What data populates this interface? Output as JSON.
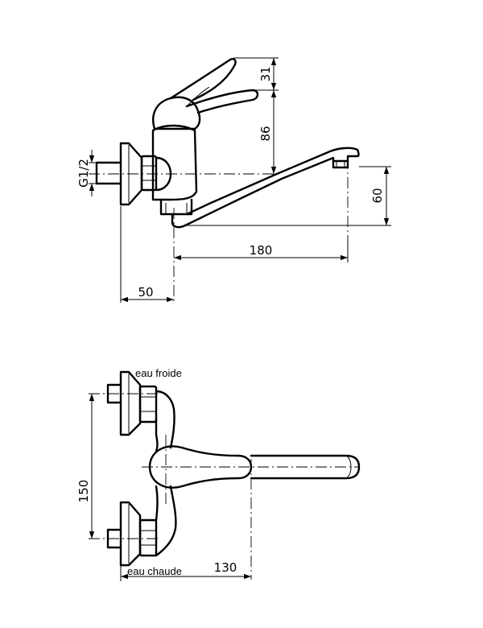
{
  "side_view": {
    "dim_handle_height": "31",
    "dim_body_height": "86",
    "dim_thread": "G1/2",
    "dim_spout_drop": "60",
    "dim_spout_reach": "180",
    "dim_wall_offset": "50"
  },
  "top_view": {
    "label_cold": "eau froide",
    "label_hot": "eau chaude",
    "dim_inlet_spacing": "150",
    "dim_depth": "130"
  }
}
